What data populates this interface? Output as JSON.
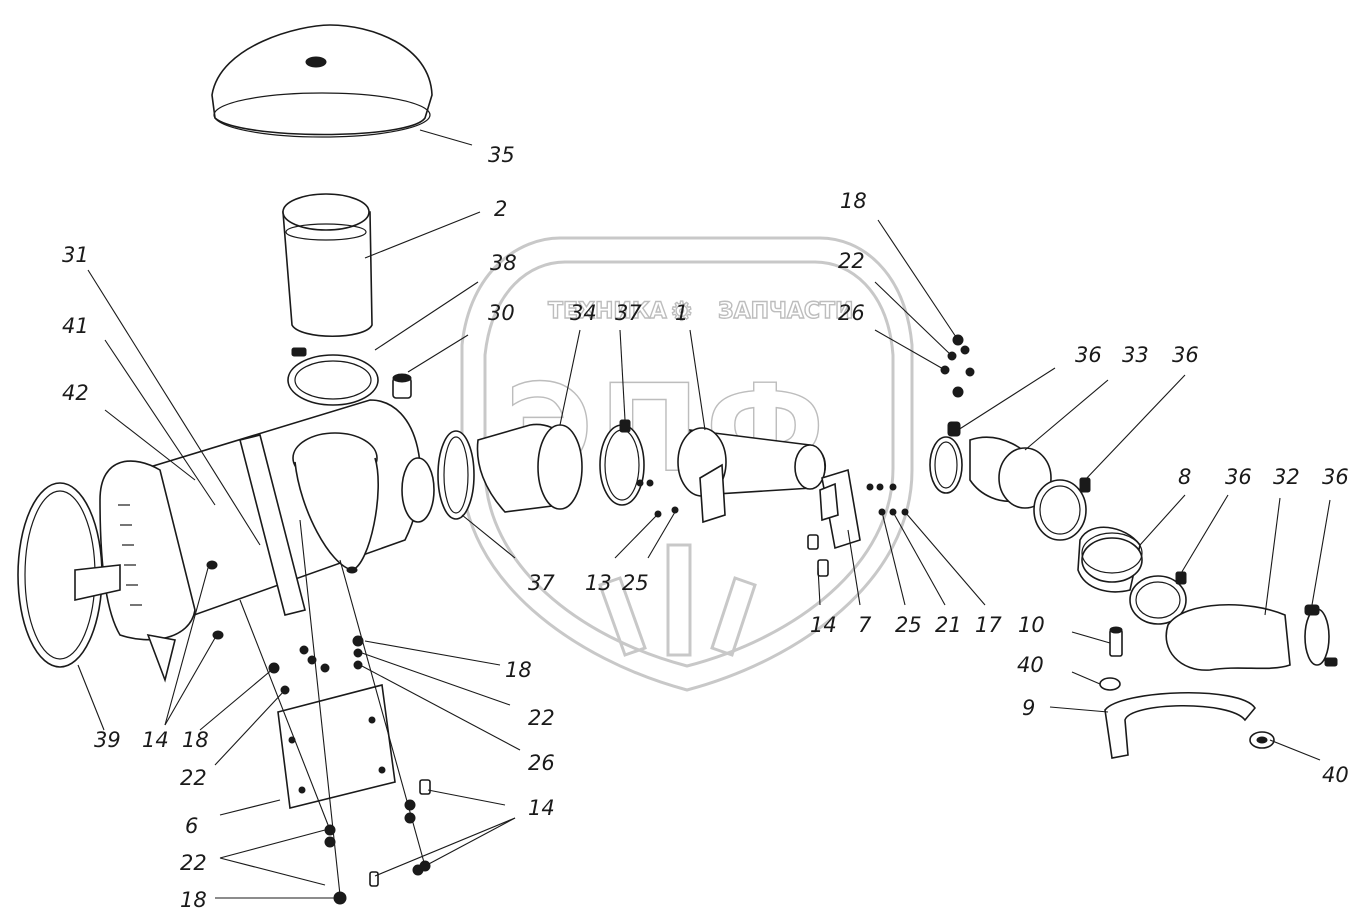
{
  "watermark": {
    "left_word": "ТЕХНИКА",
    "right_word": "ЗАПЧАСТИ",
    "big_letters": "ЭПФ",
    "gear_glyph": "⚙"
  },
  "labels": [
    "35",
    "2",
    "31",
    "38",
    "30",
    "41",
    "42",
    "34",
    "37",
    "1",
    "18",
    "22",
    "26",
    "36",
    "33",
    "36",
    "8",
    "36",
    "32",
    "36",
    "37",
    "13",
    "25",
    "14",
    "7",
    "25",
    "21",
    "17",
    "10",
    "40",
    "9",
    "40",
    "18",
    "22",
    "26",
    "39",
    "14",
    "18",
    "22",
    "6",
    "14",
    "22",
    "18"
  ]
}
